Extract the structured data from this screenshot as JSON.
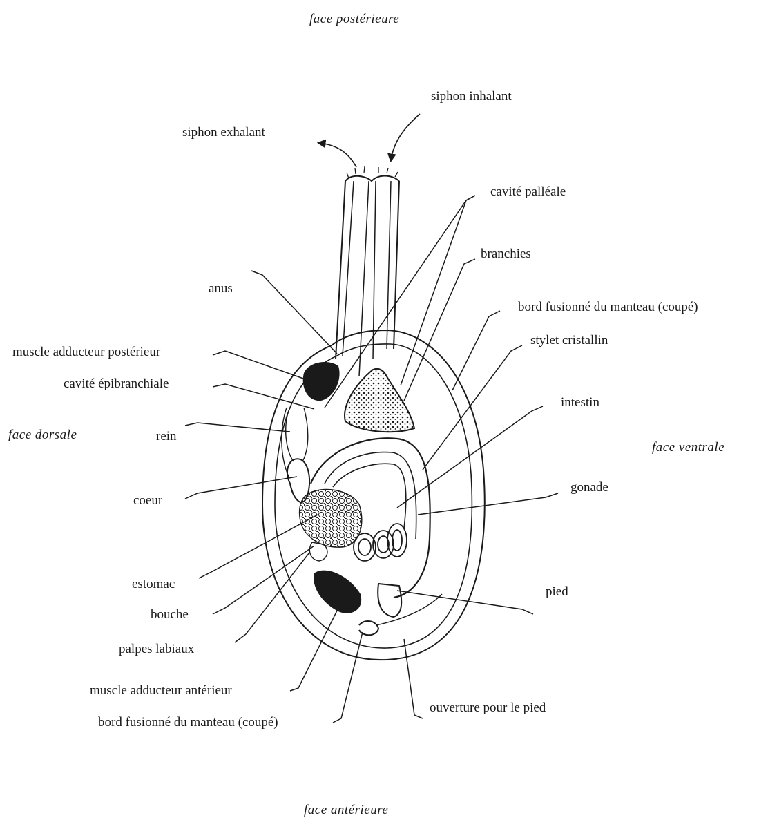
{
  "orientation": {
    "top": "face postérieure",
    "bottom": "face antérieure",
    "left": "face dorsale",
    "right": "face ventrale"
  },
  "labels": {
    "siphon_inhalant": "siphon inhalant",
    "siphon_exhalant": "siphon exhalant",
    "cavite_palleale": "cavité palléale",
    "branchies": "branchies",
    "anus": "anus",
    "bord_fusionne_haut": "bord fusionné du manteau (coupé)",
    "stylet_cristallin": "stylet cristallin",
    "muscle_adducteur_posterieur": "muscle adducteur postérieur",
    "cavite_epibranchiale": "cavité épibranchiale",
    "intestin": "intestin",
    "rein": "rein",
    "coeur": "coeur",
    "gonade": "gonade",
    "estomac": "estomac",
    "pied": "pied",
    "bouche": "bouche",
    "palpes_labiaux": "palpes labiaux",
    "muscle_adducteur_anterieur": "muscle adducteur antérieur",
    "ouverture_pied": "ouverture pour le pied",
    "bord_fusionne_bas": "bord fusionné du manteau (coupé)"
  },
  "colors": {
    "ink": "#1a1a1a",
    "paper": "#ffffff"
  }
}
